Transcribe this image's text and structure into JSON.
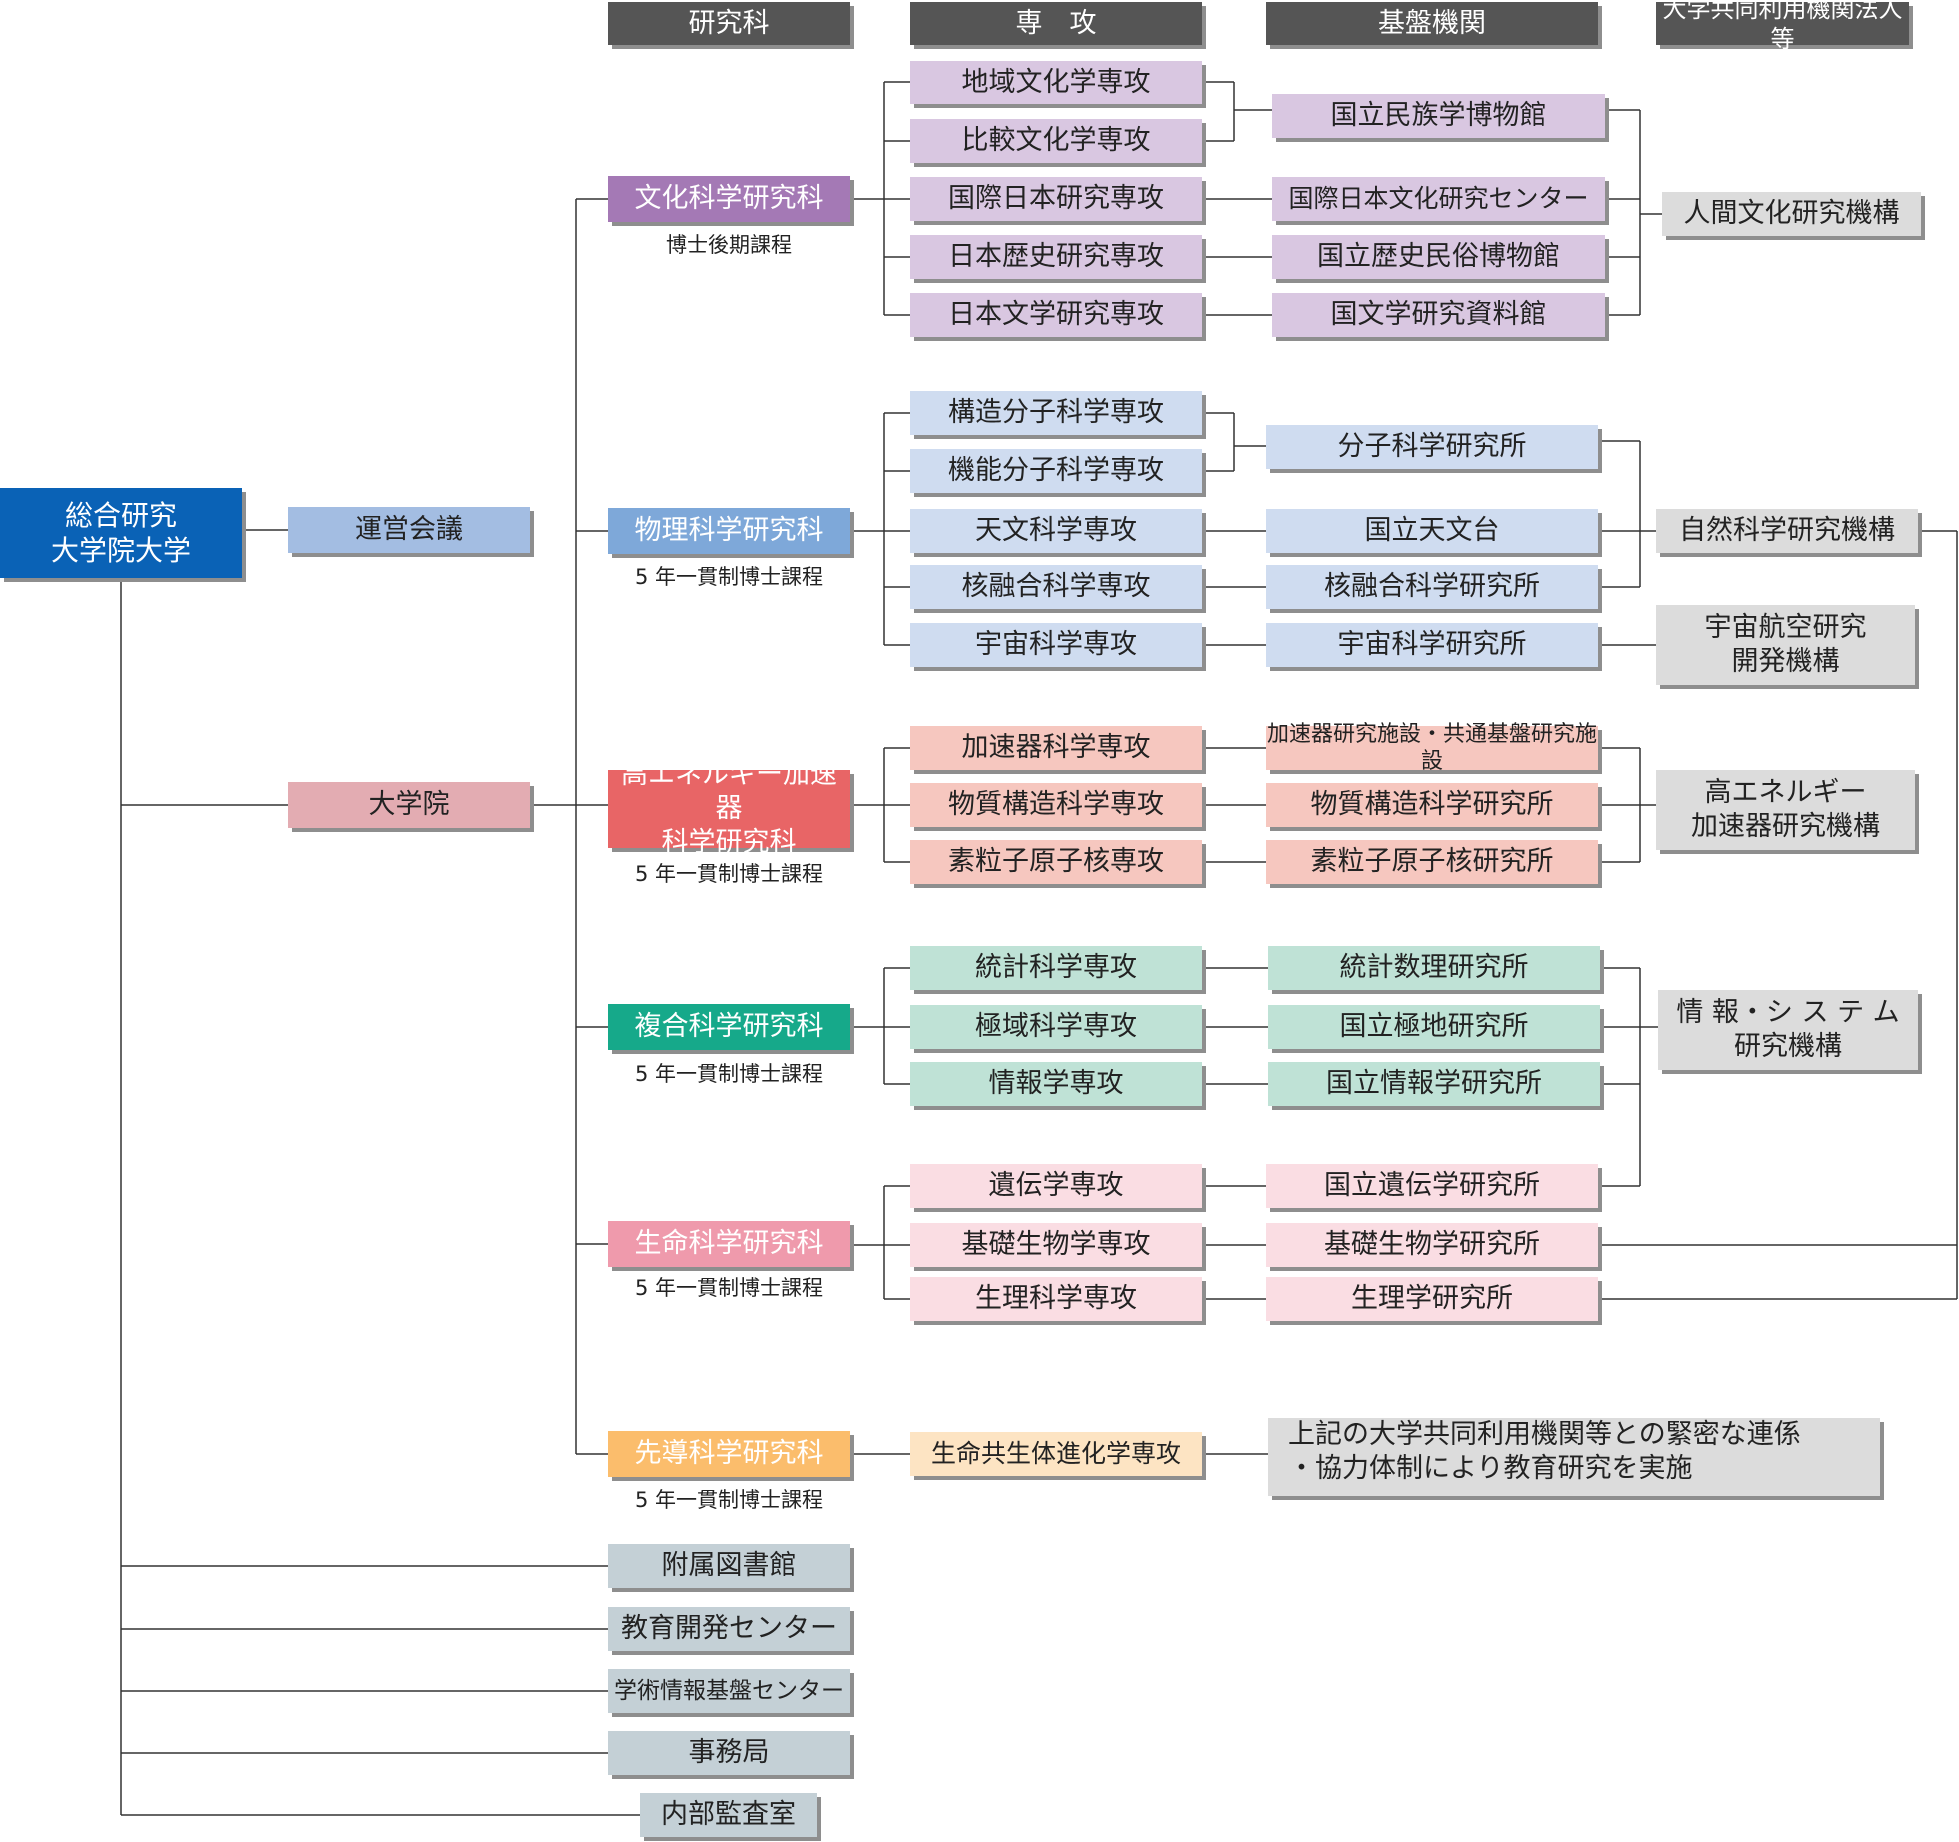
{
  "headers": {
    "graduate_school": "研究科",
    "major": "専　攻",
    "base_institution": "基盤機関",
    "inter_university": "大学共同利用機関法人等"
  },
  "root": {
    "line1": "総合研究",
    "line2": "大学院大学"
  },
  "council": "運営会議",
  "graduate_school_node": "大学院",
  "schools": [
    {
      "name": "文化科学研究科",
      "course": "博士後期課程"
    },
    {
      "name": "物理科学研究科",
      "course": "5 年一貫制博士課程"
    },
    {
      "name_line1": "高エネルギー加速器",
      "name_line2": "科学研究科",
      "course": "5 年一貫制博士課程"
    },
    {
      "name": "複合科学研究科",
      "course": "5 年一貫制博士課程"
    },
    {
      "name": "生命科学研究科",
      "course": "5 年一貫制博士課程"
    },
    {
      "name": "先導科学研究科",
      "course": "5 年一貫制博士課程"
    }
  ],
  "majors": [
    "地域文化学専攻",
    "比較文化学専攻",
    "国際日本研究専攻",
    "日本歴史研究専攻",
    "日本文学研究専攻",
    "構造分子科学専攻",
    "機能分子科学専攻",
    "天文科学専攻",
    "核融合科学専攻",
    "宇宙科学専攻",
    "加速器科学専攻",
    "物質構造科学専攻",
    "素粒子原子核専攻",
    "統計科学専攻",
    "極域科学専攻",
    "情報学専攻",
    "遺伝学専攻",
    "基礎生物学専攻",
    "生理科学専攻",
    "生命共生体進化学専攻"
  ],
  "institutions": [
    "国立民族学博物館",
    "国際日本文化研究センター",
    "国立歴史民俗博物館",
    "国文学研究資料館",
    "分子科学研究所",
    "国立天文台",
    "核融合科学研究所",
    "宇宙科学研究所",
    "加速器研究施設・共通基盤研究施設",
    "物質構造科学研究所",
    "素粒子原子核研究所",
    "統計数理研究所",
    "国立極地研究所",
    "国立情報学研究所",
    "国立遺伝学研究所",
    "基礎生物学研究所",
    "生理学研究所"
  ],
  "organizations": {
    "humanities": "人間文化研究機構",
    "natural_sciences": "自然科学研究機構",
    "jaxa_line1": "宇宙航空研究",
    "jaxa_line2": "開発機構",
    "kek_line1": "高エネルギー",
    "kek_line2": "加速器研究機構",
    "rois_line1": "情 報・シ ス テ ム",
    "rois_line2": "研究機構"
  },
  "cooperation_note": {
    "line1": "上記の大学共同利用機関等との緊密な連係",
    "line2": "・協力体制により教育研究を実施"
  },
  "facilities": [
    "附属図書館",
    "教育開発センター",
    "学術情報基盤センター",
    "事務局",
    "内部監査室"
  ],
  "colors": {
    "header": "#555555",
    "root": "#0a62b6",
    "council": "#a3bde2",
    "graduate": "#e3acb2",
    "culture_school": "#a479b5",
    "culture_light": "#d9c7e1",
    "physics_school": "#7ea8d9",
    "physics_light": "#cfdcf0",
    "kek_school": "#e86566",
    "kek_light": "#f6c7bf",
    "complex_school": "#16a98a",
    "complex_light": "#bfe2d6",
    "life_school": "#ef9aac",
    "life_light": "#fadde3",
    "advanced_school": "#fbbd6c",
    "advanced_light": "#fde4c3",
    "org": "#dcdcdc",
    "facility": "#c4d0d6"
  }
}
